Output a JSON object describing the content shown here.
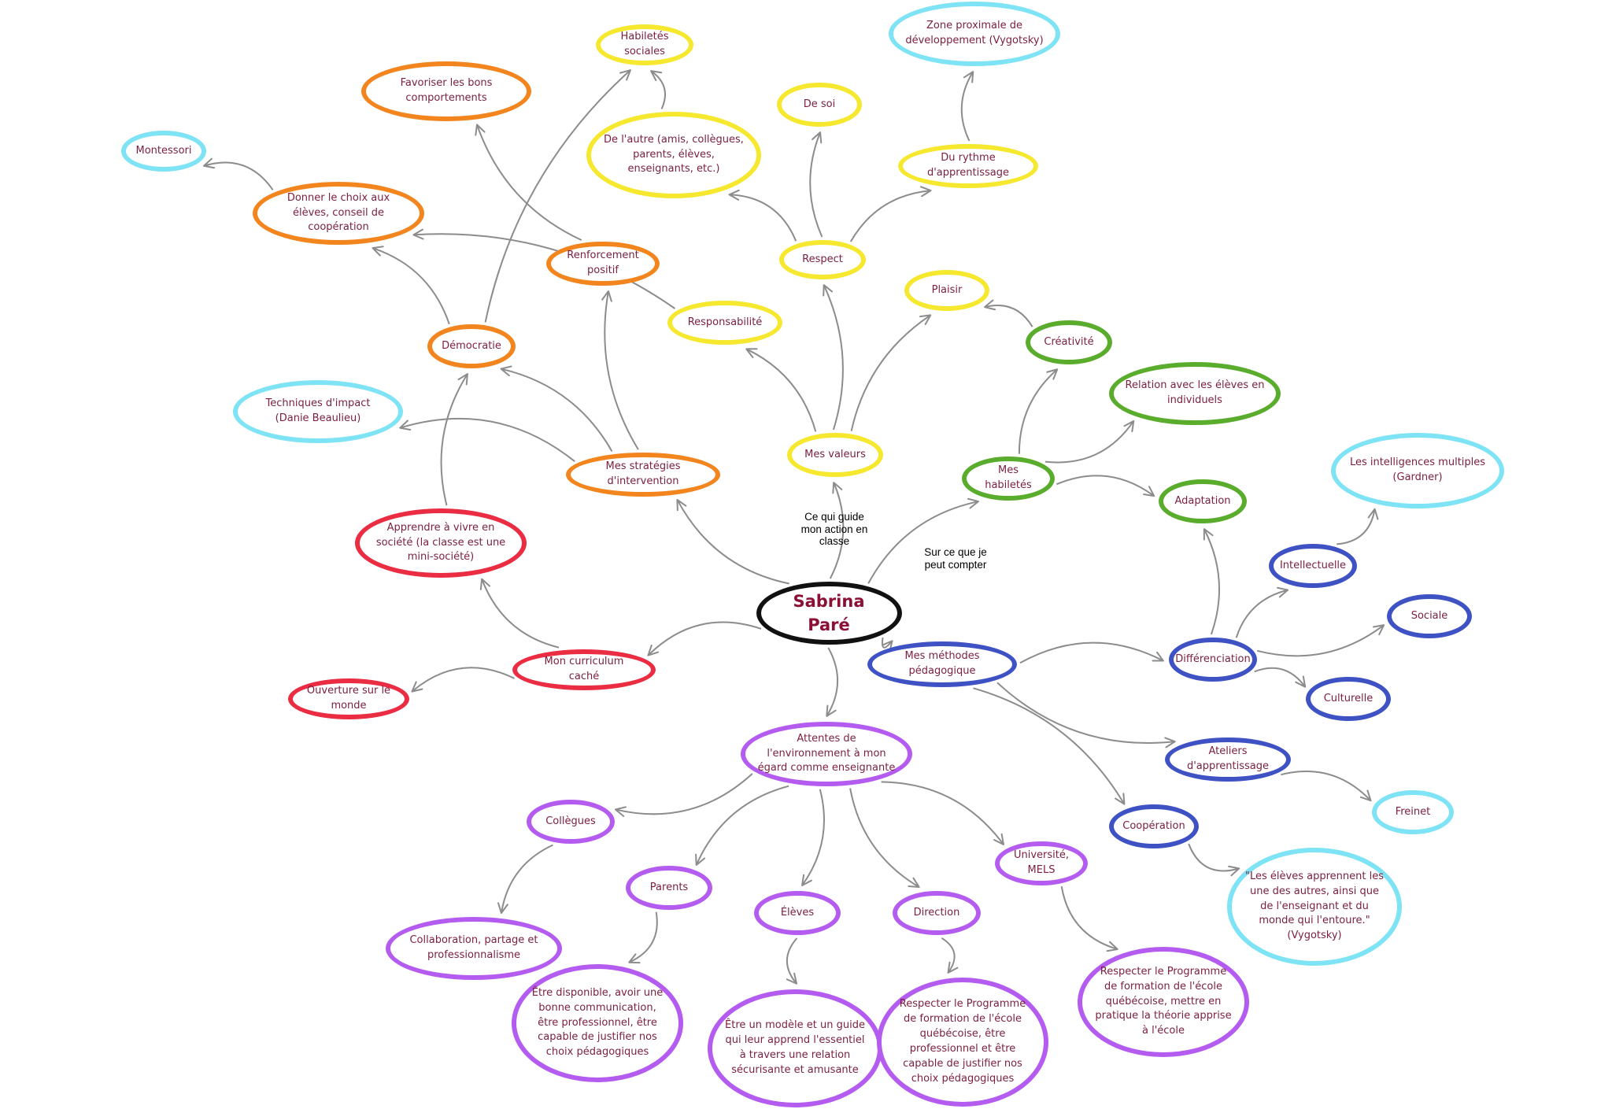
{
  "colors": {
    "black": "#111111",
    "yellow": "#f5e82e",
    "orange": "#f2851e",
    "red": "#ea2d42",
    "green": "#5aad2c",
    "blue": "#3f52c4",
    "purple": "#b55cf0",
    "cyan": "#7ee3f4",
    "text": "#7b1f3c",
    "arrow": "#8c8c8c"
  },
  "nodes": {
    "root": {
      "text": "Sabrina Paré",
      "color": "black"
    },
    "valeurs": {
      "text": "Mes valeurs",
      "color": "yellow"
    },
    "habiletes": {
      "text": "Mes habiletés",
      "color": "green"
    },
    "methodes": {
      "text": "Mes méthodes pédagogique",
      "color": "blue"
    },
    "attentes": {
      "text": "Attentes de l'environnement à mon égard comme enseignante",
      "color": "purple"
    },
    "curriculum": {
      "text": "Mon curriculum caché",
      "color": "red"
    },
    "strategies": {
      "text": "Mes stratégies d'intervention",
      "color": "orange"
    },
    "respect": {
      "text": "Respect",
      "color": "yellow"
    },
    "plaisir": {
      "text": "Plaisir",
      "color": "yellow"
    },
    "responsabilite": {
      "text": "Responsabilité",
      "color": "yellow"
    },
    "desoi": {
      "text": "De soi",
      "color": "yellow"
    },
    "delautre": {
      "text": "De l'autre (amis, collègues, parents, élèves, enseignants, etc.)",
      "color": "yellow"
    },
    "rythme": {
      "text": "Du rythme d'apprentissage",
      "color": "yellow"
    },
    "habsociales": {
      "text": "Habiletés sociales",
      "color": "yellow"
    },
    "zone": {
      "text": "Zone proximale de développement (Vygotsky)",
      "color": "cyan"
    },
    "creativite": {
      "text": "Créativité",
      "color": "green"
    },
    "relation": {
      "text": "Relation avec les élèves en individuels",
      "color": "green"
    },
    "adaptation": {
      "text": "Adaptation",
      "color": "green"
    },
    "differenciation": {
      "text": "Différenciation",
      "color": "blue"
    },
    "intellectuelle": {
      "text": "Intellectuelle",
      "color": "blue"
    },
    "sociale": {
      "text": "Sociale",
      "color": "blue"
    },
    "culturelle": {
      "text": "Culturelle",
      "color": "blue"
    },
    "ateliers": {
      "text": "Ateliers d'apprentissage",
      "color": "blue"
    },
    "cooperation": {
      "text": "Coopération",
      "color": "blue"
    },
    "intelligences": {
      "text": "Les intelligences multiples (Gardner)",
      "color": "cyan"
    },
    "freinet": {
      "text": "Freinet",
      "color": "cyan"
    },
    "vygotsky": {
      "text": "\"Les élèves apprennent les une des autres, ainsi que de l'enseignant et du monde qui l'entoure.\" (Vygotsky)",
      "color": "cyan"
    },
    "collegues": {
      "text": "Collègues",
      "color": "purple"
    },
    "parents": {
      "text": "Parents",
      "color": "purple"
    },
    "eleves": {
      "text": "Élèves",
      "color": "purple"
    },
    "direction": {
      "text": "Direction",
      "color": "purple"
    },
    "universite": {
      "text": "Université, MELS",
      "color": "purple"
    },
    "collaboration": {
      "text": "Collaboration, partage et professionnalisme",
      "color": "purple"
    },
    "disponible": {
      "text": "Être disponible, avoir une bonne communication, être professionnel, être capable de justifier nos choix pédagogiques",
      "color": "purple"
    },
    "modele": {
      "text": "Être un modèle et un guide qui leur apprend l'essentiel à travers une relation sécurisante et amusante",
      "color": "purple"
    },
    "respecterpfeq1": {
      "text": "Respecter le Programme de formation de l'école québécoise, être professionnel et être capable de justifier nos choix pédagogiques",
      "color": "purple"
    },
    "respecterpfeq2": {
      "text": "Respecter le Programme de formation de l'école québécoise, mettre en pratique la théorie apprise à l'école",
      "color": "purple"
    },
    "apprendre": {
      "text": "Apprendre à vivre en société (la classe est une mini-société)",
      "color": "red"
    },
    "ouverture": {
      "text": "Ouverture sur le monde",
      "color": "red"
    },
    "democratie": {
      "text": "Démocratie",
      "color": "orange"
    },
    "renforcement": {
      "text": "Renforcement positif",
      "color": "orange"
    },
    "favoriser": {
      "text": "Favoriser les bons comportements",
      "color": "orange"
    },
    "choix": {
      "text": "Donner le choix aux élèves, conseil de coopération",
      "color": "orange"
    },
    "montessori": {
      "text": "Montessori",
      "color": "cyan"
    },
    "techniques": {
      "text": "Techniques d'impact (Danie Beaulieu)",
      "color": "cyan"
    }
  },
  "link_labels": {
    "guide": "Ce qui guide mon action en classe",
    "compter": "Sur ce que je peut compter"
  },
  "edges": [
    [
      "root",
      "valeurs"
    ],
    [
      "root",
      "habiletes"
    ],
    [
      "root",
      "methodes"
    ],
    [
      "root",
      "attentes"
    ],
    [
      "root",
      "curriculum"
    ],
    [
      "root",
      "strategies"
    ],
    [
      "valeurs",
      "respect"
    ],
    [
      "valeurs",
      "plaisir"
    ],
    [
      "valeurs",
      "responsabilite"
    ],
    [
      "respect",
      "desoi"
    ],
    [
      "respect",
      "delautre"
    ],
    [
      "respect",
      "rythme"
    ],
    [
      "delautre",
      "habsociales"
    ],
    [
      "rythme",
      "zone"
    ],
    [
      "responsabilite",
      "choix"
    ],
    [
      "habiletes",
      "creativite"
    ],
    [
      "habiletes",
      "relation"
    ],
    [
      "habiletes",
      "adaptation"
    ],
    [
      "creativite",
      "plaisir"
    ],
    [
      "methodes",
      "differenciation"
    ],
    [
      "methodes",
      "ateliers"
    ],
    [
      "methodes",
      "cooperation"
    ],
    [
      "differenciation",
      "adaptation"
    ],
    [
      "differenciation",
      "intellectuelle"
    ],
    [
      "differenciation",
      "sociale"
    ],
    [
      "differenciation",
      "culturelle"
    ],
    [
      "intellectuelle",
      "intelligences"
    ],
    [
      "ateliers",
      "freinet"
    ],
    [
      "cooperation",
      "vygotsky"
    ],
    [
      "attentes",
      "collegues"
    ],
    [
      "attentes",
      "parents"
    ],
    [
      "attentes",
      "eleves"
    ],
    [
      "attentes",
      "direction"
    ],
    [
      "attentes",
      "universite"
    ],
    [
      "collegues",
      "collaboration"
    ],
    [
      "parents",
      "disponible"
    ],
    [
      "eleves",
      "modele"
    ],
    [
      "direction",
      "respecterpfeq1"
    ],
    [
      "universite",
      "respecterpfeq2"
    ],
    [
      "curriculum",
      "apprendre"
    ],
    [
      "curriculum",
      "ouverture"
    ],
    [
      "apprendre",
      "democratie"
    ],
    [
      "strategies",
      "democratie"
    ],
    [
      "strategies",
      "renforcement"
    ],
    [
      "strategies",
      "techniques"
    ],
    [
      "renforcement",
      "favoriser"
    ],
    [
      "democratie",
      "choix"
    ],
    [
      "democratie",
      "habsociales"
    ],
    [
      "choix",
      "montessori"
    ]
  ]
}
